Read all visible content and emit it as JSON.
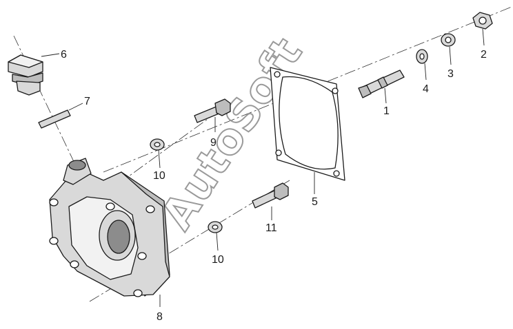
{
  "callouts": {
    "c1": "1",
    "c2": "2",
    "c3": "3",
    "c4": "4",
    "c5": "5",
    "c6": "6",
    "c7": "7",
    "c8": "8",
    "c9": "9",
    "c10a": "10",
    "c10b": "10",
    "c11": "11"
  },
  "watermark": "AutoSoft",
  "colors": {
    "part_fill": "#d9d9d9",
    "part_light": "#f2f2f2",
    "part_dark": "#8c8c8c",
    "outline": "#1a1a1a",
    "watermark": "#9a9a9a"
  }
}
